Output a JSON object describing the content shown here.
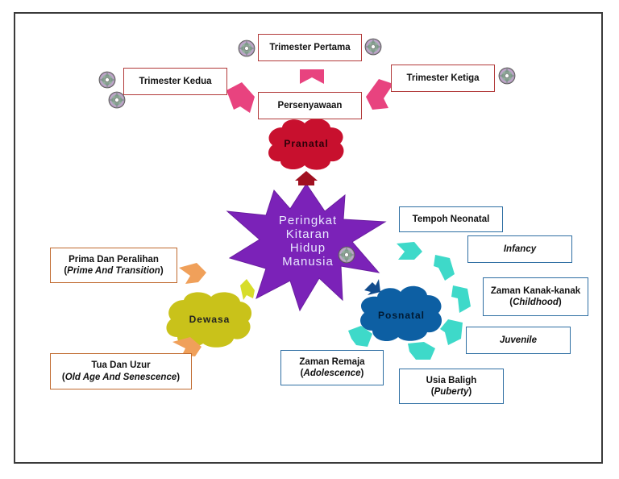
{
  "center": {
    "lines": [
      "Peringkat",
      "Kitaran",
      "Hidup",
      "Manusia"
    ]
  },
  "clouds": {
    "pranatal": "Pranatal",
    "posnatal": "Posnatal",
    "dewasa": "Dewasa"
  },
  "pranatal_boxes": {
    "trimester_pertama": "Trimester Pertama",
    "trimester_kedua": "Trimester Kedua",
    "trimester_ketiga": "Trimester Ketiga",
    "persenyawaan": "Persenyawaan"
  },
  "posnatal_boxes": {
    "tempoh_neonatal": "Tempoh Neonatal",
    "infancy": "Infancy",
    "kanak_line1": "Zaman Kanak-kanak",
    "kanak_line2": "Childhood",
    "juvenile": "Juvenile",
    "baligh_line1": "Usia Baligh",
    "baligh_line2": "Puberty",
    "remaja_line1": "Zaman Remaja",
    "remaja_line2": "Adolescence"
  },
  "dewasa_boxes": {
    "prima_line1": "Prima Dan Peralihan",
    "prima_line2": "Prime And Transition",
    "tua_line1": "Tua Dan Uzur",
    "tua_line2": "Old Age And Senescence"
  },
  "colors": {
    "star": "#7b22b8",
    "pranatal_cloud": "#c8102e",
    "posnatal_cloud": "#0d5fa3",
    "dewasa_cloud": "#c9c21a",
    "pink_arrow": "#e8437f",
    "cyan_arrow": "#3ed9c9",
    "orange_arrow": "#f0a05a",
    "red_arrow": "#a01020"
  },
  "icons": [
    "cd-icon"
  ]
}
